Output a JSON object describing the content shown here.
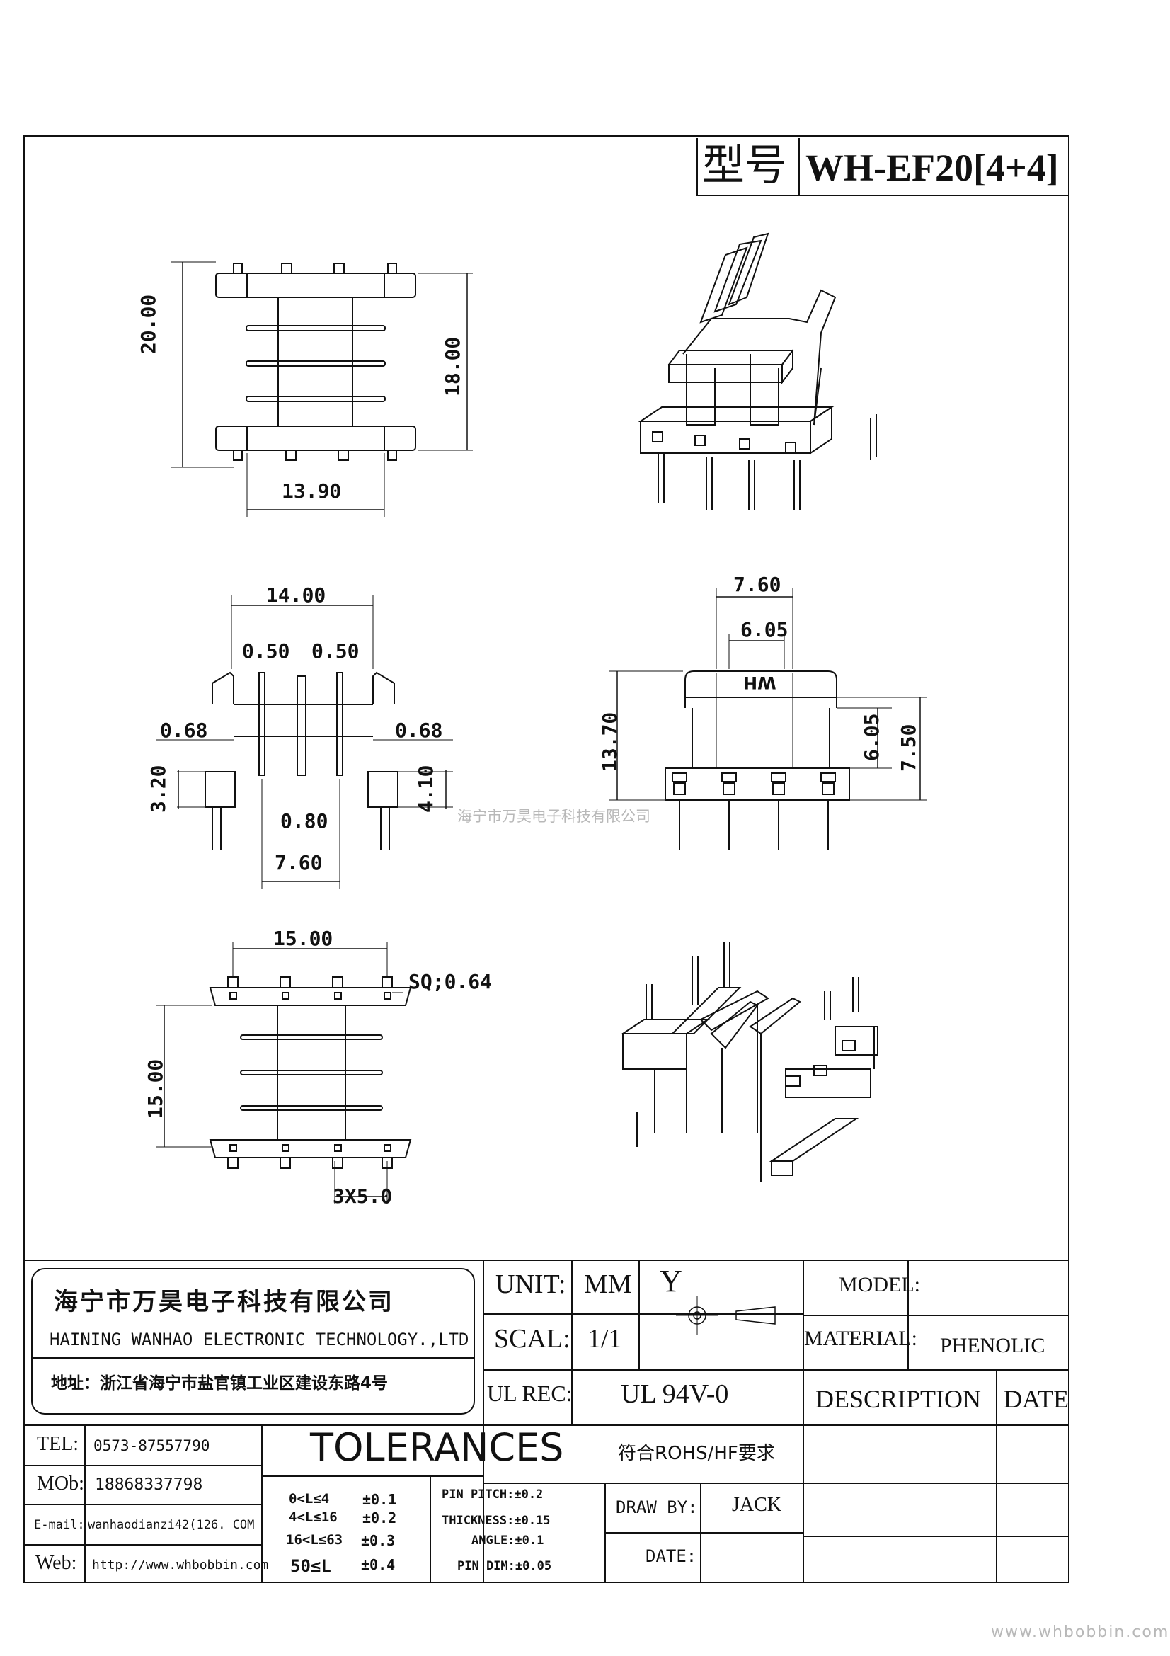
{
  "header": {
    "model_label": "型号",
    "model_value": "WH-EF20[4+4]"
  },
  "drawing": {
    "front_view": {
      "overall_height": "20.00",
      "inner_height": "18.00",
      "width": "13.90"
    },
    "side_view": {
      "overall_width": "14.00",
      "flange_left": "0.50",
      "flange_right": "0.50",
      "step_left": "0.68",
      "step_right": "0.68",
      "pin_height": "3.20",
      "pin_base": "4.10",
      "wall": "0.80",
      "pin_span": "7.60"
    },
    "end_view": {
      "top_width": "7.60",
      "inner_width": "6.05",
      "height": "13.70",
      "window_height": "6.05",
      "outer_height": "7.50",
      "logo": "HW"
    },
    "bottom_view": {
      "pin_span_x": "15.00",
      "pin_square": "SQ;0.64",
      "pin_span_y": "15.00",
      "pitch": "3X5.0"
    },
    "watermark": "海宁市万昊电子科技有限公司"
  },
  "company": {
    "name_cn": "海宁市万昊电子科技有限公司",
    "name_en": "HAINING WANHAO ELECTRONIC TECHNOLOGY.,LTD",
    "address": "地址：浙江省海宁市盐官镇工业区建设东路4号",
    "tel_label": "TEL:",
    "tel": "0573-87557790",
    "mob_label": "MOb:",
    "mob": "18868337798",
    "email_label": "E-mail:",
    "email": "wanhaodianzi42(126. COM",
    "web_label": "Web:",
    "web": "http://www.whbobbin.com"
  },
  "title_block": {
    "unit_label": "UNIT:",
    "unit": "MM",
    "scale_label": "SCAL:",
    "scale": "1/1",
    "ulrec_label": "UL REC:",
    "ulrec": "UL 94V-0",
    "projection_symbol": "Y",
    "model_label": "MODEL:",
    "model": "",
    "material_label": "MATERIAL:",
    "material": "PHENOLIC",
    "description_label": "DESCRIPTION",
    "date_col_label": "DATE",
    "rohs": "符合ROHS/HF要求",
    "draw_by_label": "DRAW BY:",
    "draw_by": "JACK",
    "date_label": "DATE:",
    "date": ""
  },
  "tolerances": {
    "title": "TOLERANCES",
    "rows": [
      {
        "range": "0<L≤4",
        "tol": "±0.1"
      },
      {
        "range": "4<L≤16",
        "tol": "±0.2"
      },
      {
        "range": "16<L≤63",
        "tol": "±0.3"
      },
      {
        "range": "50≤L",
        "tol": "±0.4"
      }
    ],
    "pin_pitch": "PIN PITCH:±0.2",
    "thickness": "THICKNESS:±0.15",
    "angle": "ANGLE:±0.1",
    "pin_dim": "PIN DIM:±0.05"
  },
  "footer_watermark": "www.whbobbin.com"
}
